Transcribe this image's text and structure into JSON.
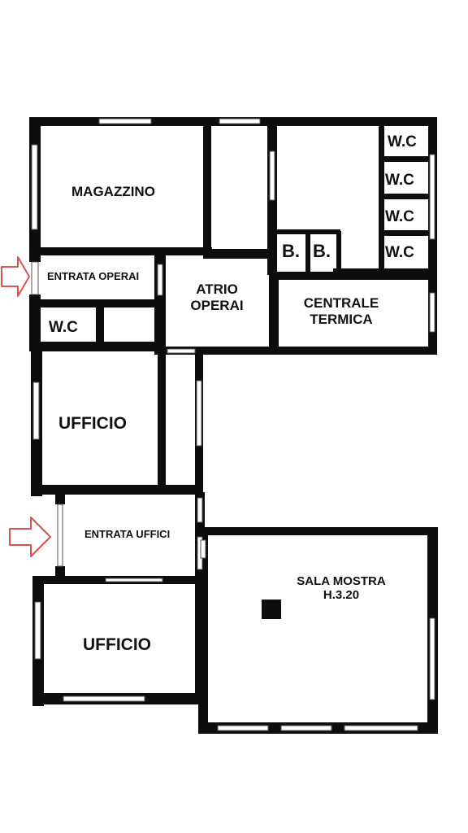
{
  "colors": {
    "wall": "#0d0d0d",
    "window_fill": "#ffffff",
    "arrow_stroke": "#d9534f",
    "arrow_fill": "#ffffff",
    "background": "#ffffff"
  },
  "rooms": {
    "magazzino": "MAGAZZINO",
    "entrata_operai": "ENTRATA OPERAI",
    "wc_left": "W.C",
    "atrio_l1": "ATRIO",
    "atrio_l2": "OPERAI",
    "centrale_l1": "CENTRALE",
    "centrale_l2": "TERMICA",
    "b1": "B.",
    "b2": "B.",
    "wc_1": "W.C",
    "wc_2": "W.C",
    "wc_3": "W.C",
    "wc_4": "W.C",
    "ufficio_1": "UFFICIO",
    "entrata_uffici": "ENTRATA UFFICI",
    "ufficio_2": "UFFICIO",
    "sala_l1": "SALA MOSTRA",
    "sala_l2": "H.3.20"
  },
  "icons": {
    "entrance_arrow": "right-arrow-icon",
    "pillar": "pillar-square-icon"
  }
}
